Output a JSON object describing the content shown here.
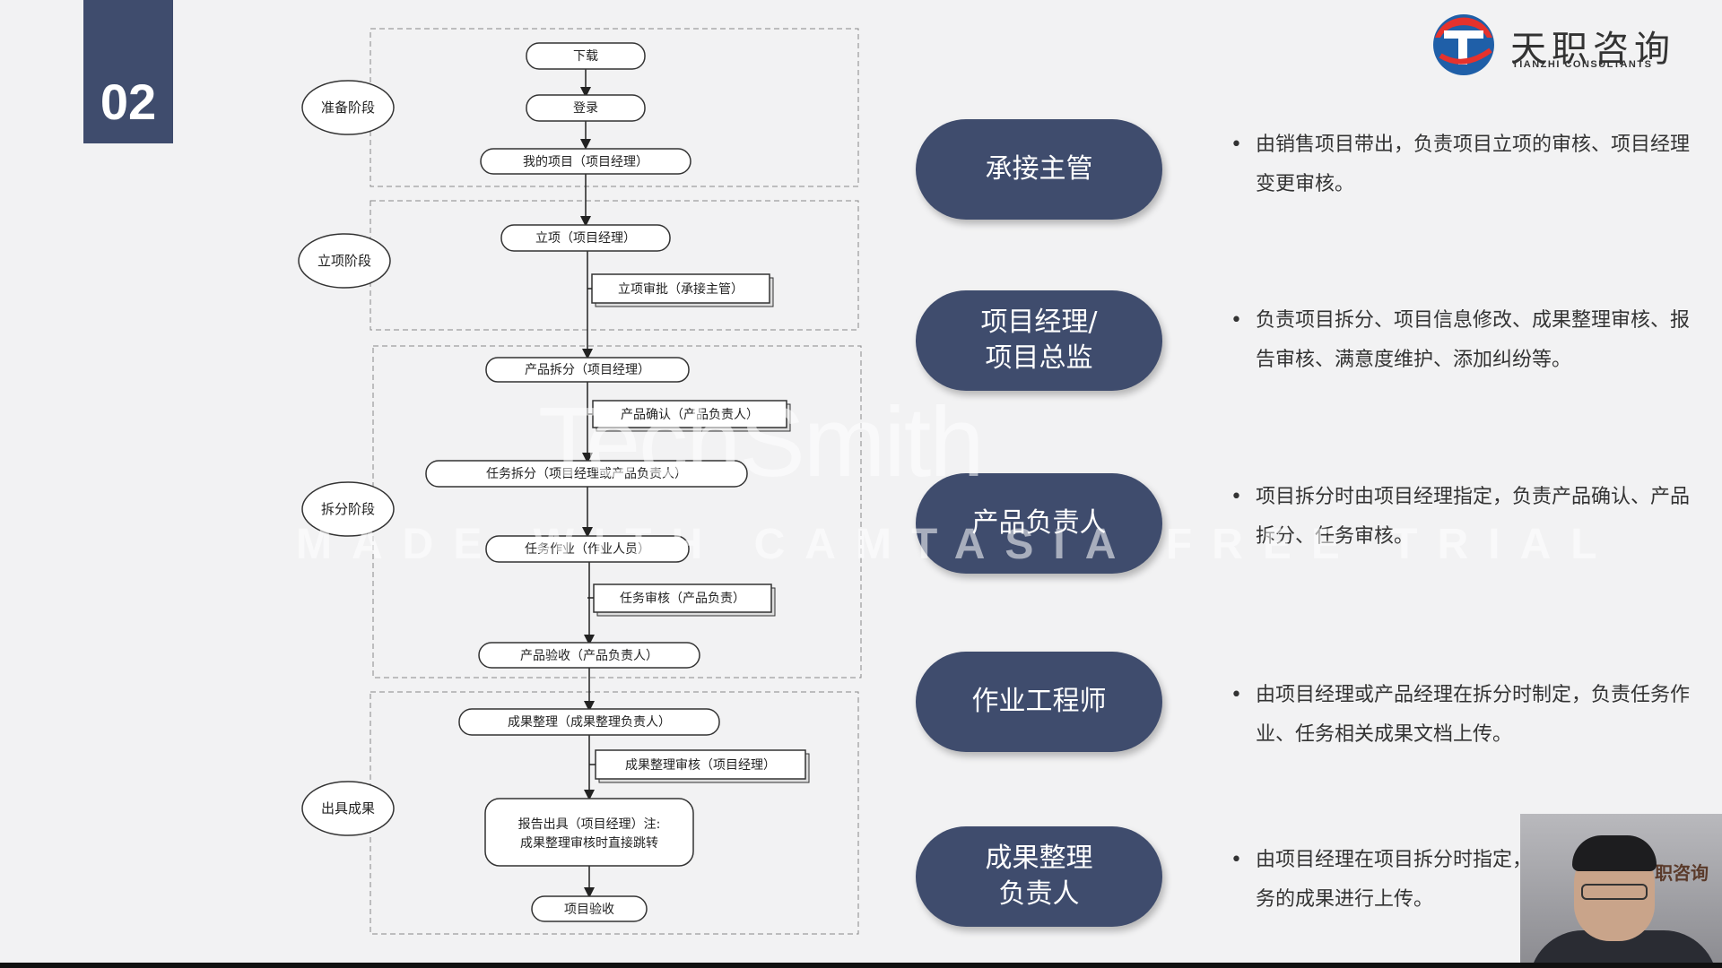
{
  "slide": {
    "number": "02"
  },
  "logo": {
    "name_cn": "天职咨询",
    "name_en": "TIANZHI CONSULTANTS"
  },
  "flowchart": {
    "stages": [
      {
        "label": "准备阶段"
      },
      {
        "label": "立项阶段"
      },
      {
        "label": "拆分阶段"
      },
      {
        "label": "出具成果"
      }
    ],
    "nodes": {
      "download": "下载",
      "login": "登录",
      "my_project": "我的项目（项目经理）",
      "initiate": "立项（项目经理）",
      "initiate_approval": "立项审批（承接主管）",
      "product_split": "产品拆分（项目经理）",
      "product_confirm": "产品确认（产品负责人）",
      "task_split": "任务拆分（项目经理或产品负责人）",
      "task_work": "任务作业（作业人员）",
      "task_review": "任务审核（产品负责）",
      "product_accept": "产品验收（产品负责人）",
      "result_org": "成果整理（成果整理负责人）",
      "result_review": "成果整理审核（项目经理）",
      "report_line1": "报告出具（项目经理）注:",
      "report_line2": "成果整理审核时直接跳转",
      "project_accept": "项目验收"
    }
  },
  "roles": [
    {
      "title_line1": "承接主管",
      "title_line2": "",
      "description": "由销售项目带出，负责项目立项的审核、项目经理变更审核。"
    },
    {
      "title_line1": "项目经理/",
      "title_line2": "项目总监",
      "description": "负责项目拆分、项目信息修改、成果整理审核、报告审核、满意度维护、添加纠纷等。"
    },
    {
      "title_line1": "产品负责人",
      "title_line2": "",
      "description": "项目拆分时由项目经理指定，负责产品确认、产品拆分、任务审核。"
    },
    {
      "title_line1": "作业工程师",
      "title_line2": "",
      "description": "由项目经理或产品经理在拆分时制定，负责任务作业、任务相关成果文档上传。"
    },
    {
      "title_line1": "成果整理",
      "title_line2": "负责人",
      "description": "由项目经理在项目拆分时指定，负责项目下所有任务的成果进行上传。"
    }
  ],
  "bullet": "•",
  "watermark": {
    "line1": "TechSmith",
    "line2": "MADE WITH CAMTASIA FREE TRIAL"
  },
  "webcam": {
    "bg_text": "职咨询"
  },
  "colors": {
    "accent": "#3f4c6d",
    "background": "#f2f2f3"
  }
}
